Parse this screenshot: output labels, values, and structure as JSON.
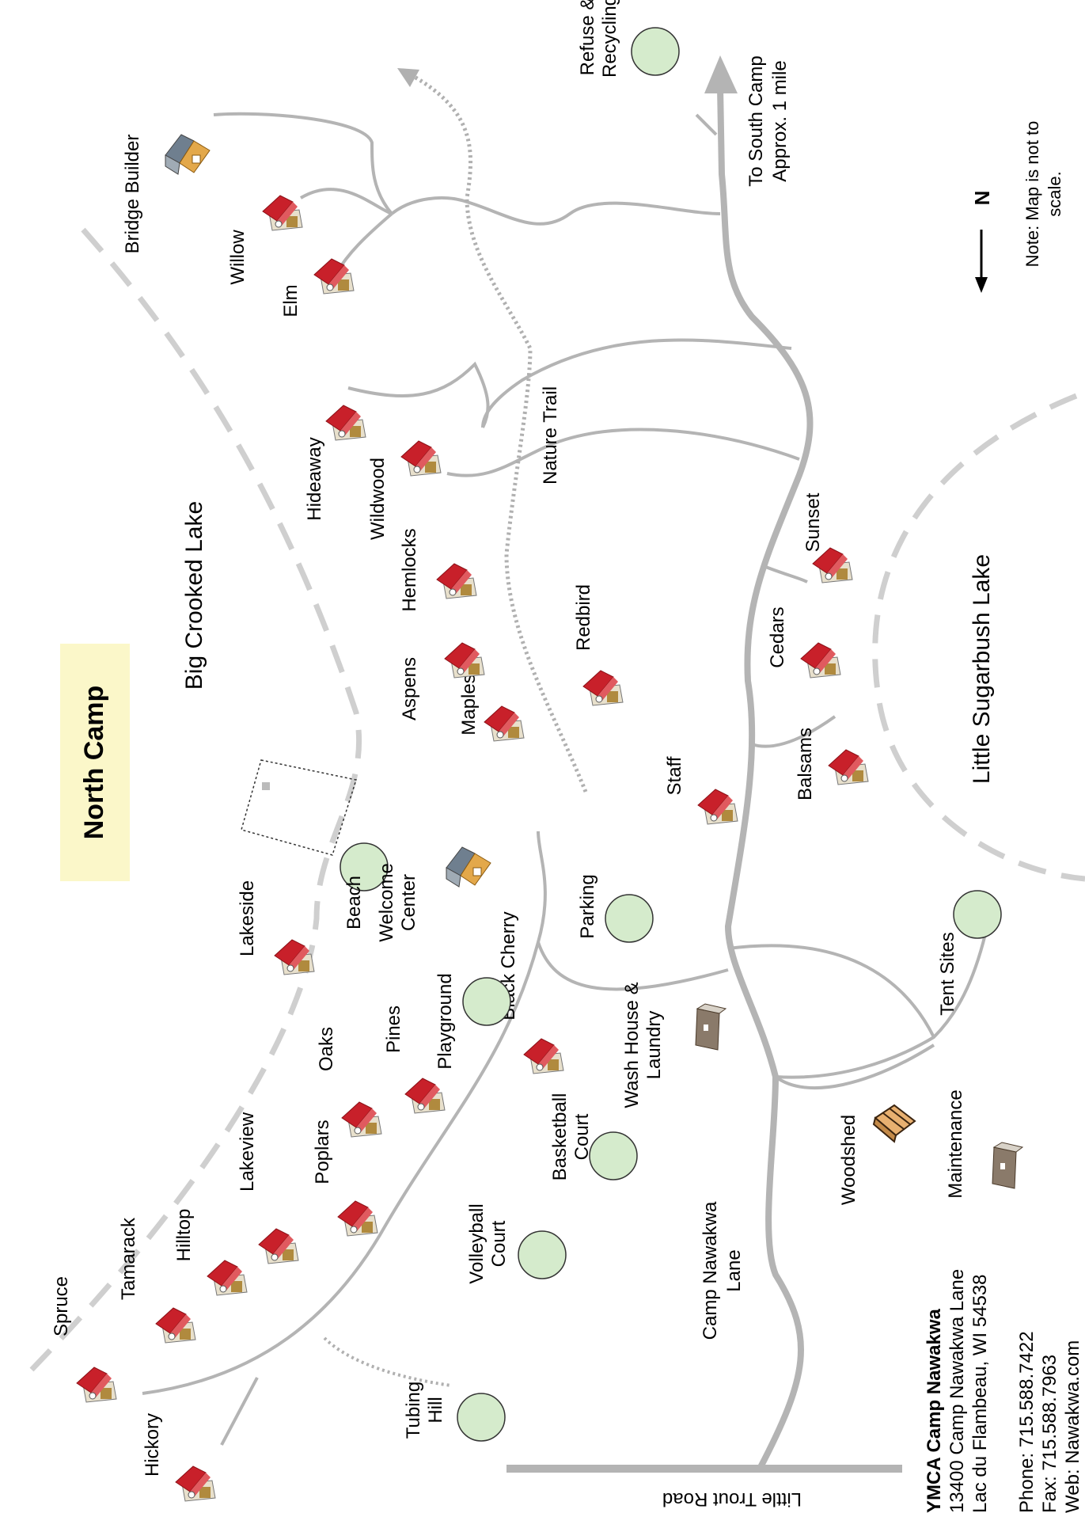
{
  "title": "North Camp",
  "lakes": {
    "big": "Big Crooked Lake",
    "little": "Little Sugarbush Lake"
  },
  "trail": "Nature Trail",
  "roads": {
    "lane": [
      "Camp Nawakwa",
      "Lane"
    ],
    "little_trout": "Little Trout Road",
    "south_camp": [
      "To South Camp",
      "Approx. 1 mile"
    ]
  },
  "north": "N",
  "note": [
    "Note: Map is not to",
    "scale."
  ],
  "address": {
    "name": "YMCA Camp Nawakwa",
    "line1": "13400 Camp Nawakwa Lane",
    "line2": "Lac du Flambeau, WI  54538",
    "phone": "Phone:  715.588.7422",
    "fax": "Fax:  715.588.7963",
    "web": "Web:  Nawakwa.com"
  },
  "cabins": [
    {
      "name": "Spruce",
      "key": "spruce"
    },
    {
      "name": "Tamarack",
      "key": "tamarack"
    },
    {
      "name": "Hilltop",
      "key": "hilltop"
    },
    {
      "name": "Lakeview",
      "key": "lakeview"
    },
    {
      "name": "Poplars",
      "key": "poplars"
    },
    {
      "name": "Oaks",
      "key": "oaks"
    },
    {
      "name": "Pines",
      "key": "pines"
    },
    {
      "name": "Lakeside",
      "key": "lakeside"
    },
    {
      "name": "Black Cherry",
      "key": "black-cherry"
    },
    {
      "name": "Maples",
      "key": "maples"
    },
    {
      "name": "Aspens",
      "key": "aspens"
    },
    {
      "name": "Hemlocks",
      "key": "hemlocks"
    },
    {
      "name": "Redbird",
      "key": "redbird"
    },
    {
      "name": "Staff",
      "key": "staff"
    },
    {
      "name": "Balsams",
      "key": "balsams"
    },
    {
      "name": "Cedars",
      "key": "cedars"
    },
    {
      "name": "Sunset",
      "key": "sunset"
    },
    {
      "name": "Wildwood",
      "key": "wildwood"
    },
    {
      "name": "Hideaway",
      "key": "hideaway"
    },
    {
      "name": "Elm",
      "key": "elm"
    },
    {
      "name": "Willow",
      "key": "willow"
    },
    {
      "name": "Hickory",
      "key": "hickory"
    }
  ],
  "facilities": [
    {
      "key": "beach",
      "lines": [
        "Beach"
      ]
    },
    {
      "key": "playground",
      "lines": [
        "Playground"
      ]
    },
    {
      "key": "parking",
      "lines": [
        "Parking"
      ]
    },
    {
      "key": "basketball",
      "lines": [
        "Basketball",
        "Court"
      ]
    },
    {
      "key": "volleyball",
      "lines": [
        "Volleyball",
        "Court"
      ]
    },
    {
      "key": "tubing",
      "lines": [
        "Tubing",
        "Hill"
      ]
    },
    {
      "key": "tent",
      "lines": [
        "Tent Sites"
      ]
    },
    {
      "key": "refuse",
      "lines": [
        "Refuse &",
        "Recycling"
      ]
    }
  ],
  "buildings": [
    {
      "key": "welcome",
      "lines": [
        "Welcome",
        "Center"
      ]
    },
    {
      "key": "bridge",
      "lines": [
        "Bridge Builder"
      ]
    },
    {
      "key": "washhouse",
      "lines": [
        "Wash House &",
        "Laundry"
      ]
    },
    {
      "key": "woodshed",
      "lines": [
        "Woodshed"
      ]
    },
    {
      "key": "maintenance",
      "lines": [
        "Maintenance"
      ]
    }
  ],
  "colors": {
    "road": "#b4b4b4",
    "lake_outline": "#cfcfcf",
    "trail": "#b0b0b0",
    "facility_fill": "#d5ebcc",
    "title_bg": "#fbf7c9",
    "cabin_roof": "#c8202a"
  }
}
